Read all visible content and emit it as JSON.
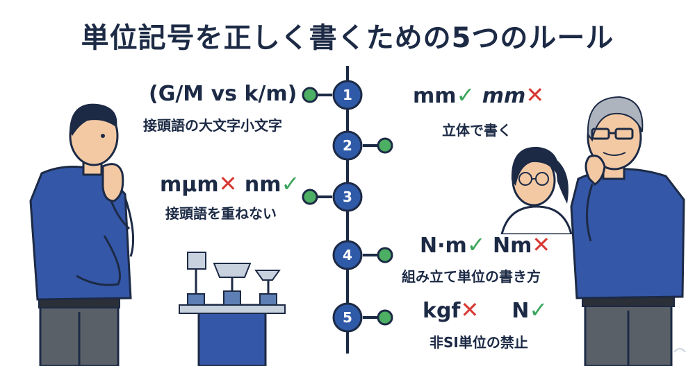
{
  "title": "単位記号を正しく書くための5つのルール",
  "steps": [
    "1",
    "2",
    "3",
    "4",
    "5"
  ],
  "rules": [
    {
      "head": "(G/M vs k/m)",
      "sub": "接頭語の大文字小文字"
    },
    {
      "head_a": "mm",
      "head_b": "mm",
      "sub": "立体で書く"
    },
    {
      "head_a": "mμm",
      "head_b": "nm",
      "sub": "接頭語を重ねない"
    },
    {
      "head_a": "N·m",
      "head_b": "Nm",
      "sub": "組み立て単位の書き方"
    },
    {
      "head_a": "kgf",
      "head_b": "N",
      "sub": "非SI単位の禁止"
    }
  ],
  "marks": {
    "ok": "✓",
    "ng": "✕"
  },
  "colors": {
    "navy": "#1c2a45",
    "shirt": "#3557a8",
    "circle": "#2f5aa8",
    "dot": "#4caf63",
    "ok": "#3aa55b",
    "ng": "#d83a35"
  }
}
